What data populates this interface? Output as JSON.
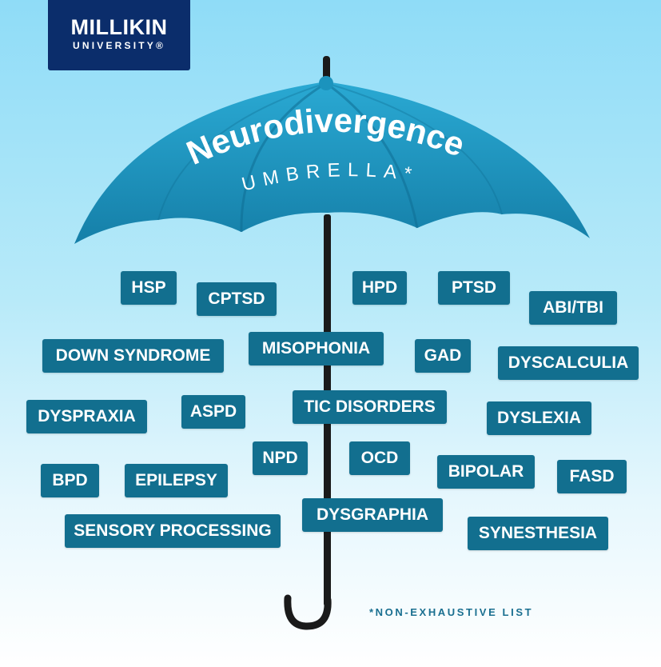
{
  "logo": {
    "line1": "MILLIKIN",
    "line2": "UNIVERSITY®"
  },
  "heading": {
    "title": "Neurodivergence",
    "subtitle": "UMBRELLA*"
  },
  "tags": [
    "HSP",
    "CPTSD",
    "HPD",
    "PTSD",
    "ABI/TBI",
    "DOWN SYNDROME",
    "MISOPHONIA",
    "GAD",
    "DYSCALCULIA",
    "DYSPRAXIA",
    "ASPD",
    "TIC DISORDERS",
    "DYSLEXIA",
    "NPD",
    "OCD",
    "BPD",
    "EPILEPSY",
    "BIPOLAR",
    "FASD",
    "DYSGRAPHIA",
    "SENSORY PROCESSING",
    "SYNESTHESIA"
  ],
  "footnote": "*NON-EXHAUSTIVE LIST",
  "colors": {
    "background_top": "#8fdcf7",
    "canopy": "#1e9ec8",
    "tag": "#126f8f",
    "logo": "#0b2d6b",
    "handle": "#1a1a1a"
  }
}
